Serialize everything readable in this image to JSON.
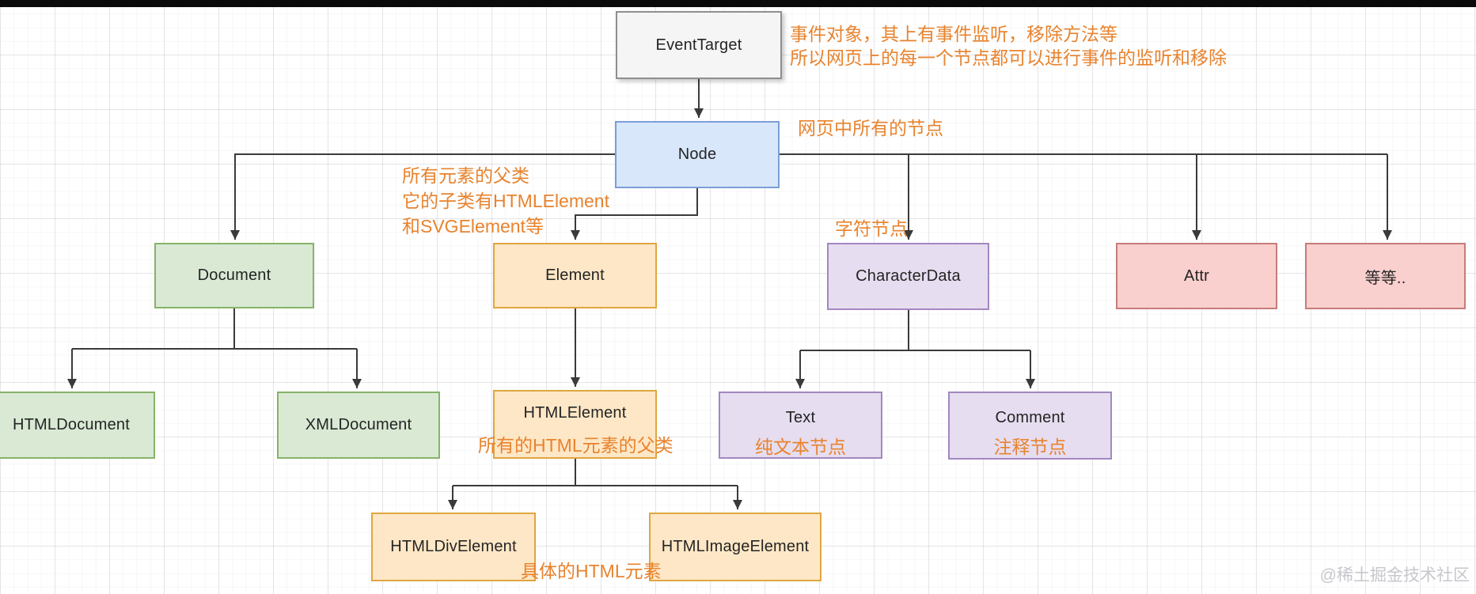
{
  "nodes": {
    "eventtarget": {
      "label": "EventTarget"
    },
    "node": {
      "label": "Node"
    },
    "document": {
      "label": "Document"
    },
    "element": {
      "label": "Element"
    },
    "characterdata": {
      "label": "CharacterData"
    },
    "attr": {
      "label": "Attr"
    },
    "etc": {
      "label": "等等.."
    },
    "htmldocument": {
      "label": "HTMLDocument"
    },
    "xmldocument": {
      "label": "XMLDocument"
    },
    "htmlelement": {
      "label": "HTMLElement"
    },
    "text": {
      "label": "Text"
    },
    "comment": {
      "label": "Comment"
    },
    "htmldivelement": {
      "label": "HTMLDivElement"
    },
    "htmlimageelement": {
      "label": "HTMLImageElement"
    }
  },
  "annotations": {
    "eventtarget_line1": "事件对象，其上有事件监听，移除方法等",
    "eventtarget_line2": "所以网页上的每一个节点都可以进行事件的监听和移除",
    "node": "网页中所有的节点",
    "element_line1": "所有元素的父类",
    "element_line2": "它的子类有HTMLElement",
    "element_line3": "和SVGElement等",
    "characterdata": "字符节点",
    "htmlelement": "所有的HTML元素的父类",
    "text": "纯文本节点",
    "comment": "注释节点",
    "concrete": "具体的HTML元素"
  },
  "watermark": "@稀土掘金技术社区",
  "colors": {
    "annotation_orange": "#e8832e",
    "node_blue_fill": "#d8e7fa",
    "node_blue_border": "#7b9fd6",
    "green_fill": "#d9e9d4",
    "green_border": "#87b368",
    "orange_fill": "#fee7c6",
    "orange_border": "#dfa640",
    "purple_fill": "#e6ddf0",
    "purple_border": "#a387c2",
    "red_fill": "#f9d0ce",
    "red_border": "#c77c79",
    "gray_fill": "#f5f5f6",
    "gray_border": "#8f8f8f",
    "edge_stroke": "#3a3a3a",
    "watermark_gray": "#c7c7cc"
  }
}
